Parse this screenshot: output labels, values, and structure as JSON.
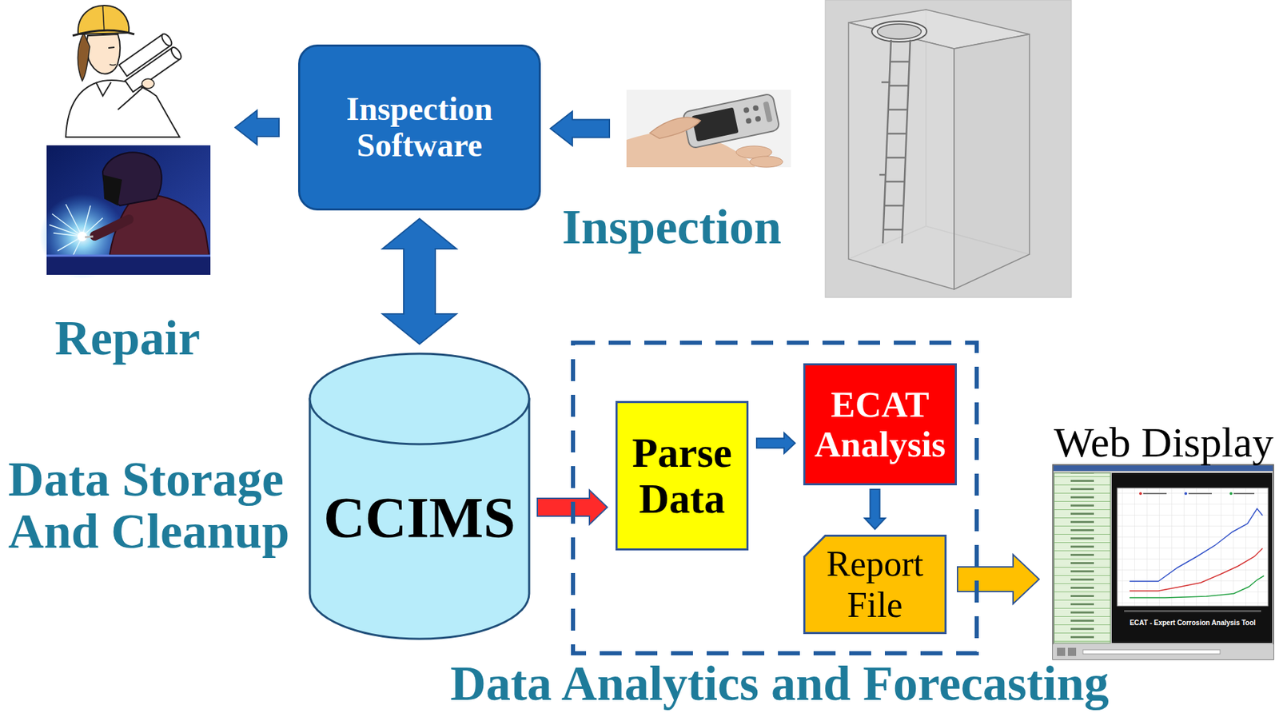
{
  "diagram": {
    "nodes": [
      {
        "text": [
          "Repair"
        ]
      },
      {
        "text": [
          "Inspection Software"
        ]
      },
      {
        "text": [
          "Inspection"
        ]
      },
      {
        "text": [
          "CCIMS"
        ]
      },
      {
        "text": [
          "Data Analytics and Forecasting"
        ]
      },
      {
        "text": [
          "Parse Data"
        ],
        "in": 4
      },
      {
        "text": [
          "ECAT Analysis"
        ],
        "in": 4
      },
      {
        "text": [
          "Report File"
        ],
        "in": 4
      },
      {
        "text": [
          "Web Display"
        ]
      }
    ],
    "edges": [
      {
        "from": 2,
        "to": 1,
        "arrow": "to"
      },
      {
        "from": 1,
        "to": 0,
        "arrow": "to"
      },
      {
        "from": 1,
        "to": 3,
        "arrow": "both"
      },
      {
        "from": 3,
        "to": 5,
        "arrow": "to"
      },
      {
        "from": 5,
        "to": 6,
        "arrow": "to"
      },
      {
        "from": 6,
        "to": 7,
        "arrow": "to"
      },
      {
        "from": 7,
        "to": 8,
        "arrow": "to"
      }
    ],
    "labels": [
      "Data Storage And Cleanup",
      "ECAT - Expert Corrosion Analysis Tool"
    ]
  }
}
